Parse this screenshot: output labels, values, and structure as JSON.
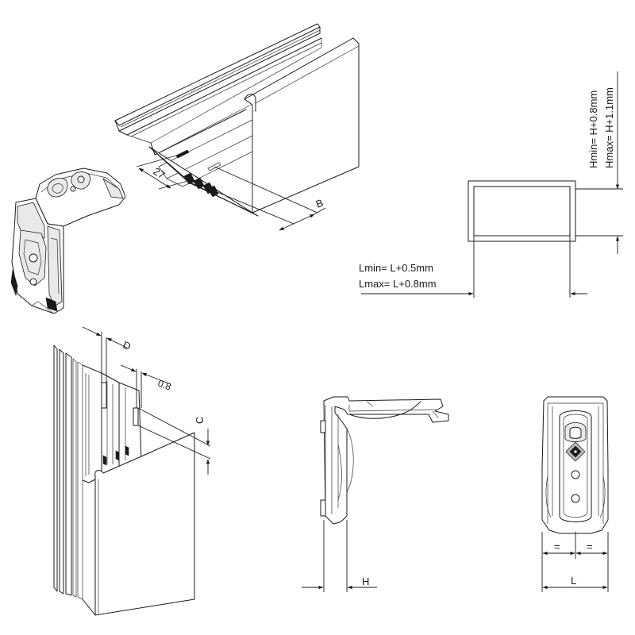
{
  "labels": {
    "dim_27": "27",
    "dim_b": "B",
    "dim_d": "D",
    "dim_08": "0.8",
    "dim_c": "C",
    "dim_h": "H",
    "dim_l": "L",
    "dim_eq_left": "=",
    "dim_eq_right": "="
  },
  "formulas": {
    "hmin": "Hmin= H+0.8mm",
    "hmax": "Hmax= H+1.1mm",
    "lmin": "Lmin= L+0.5mm",
    "lmax": "Lmax= L+0.8mm"
  }
}
